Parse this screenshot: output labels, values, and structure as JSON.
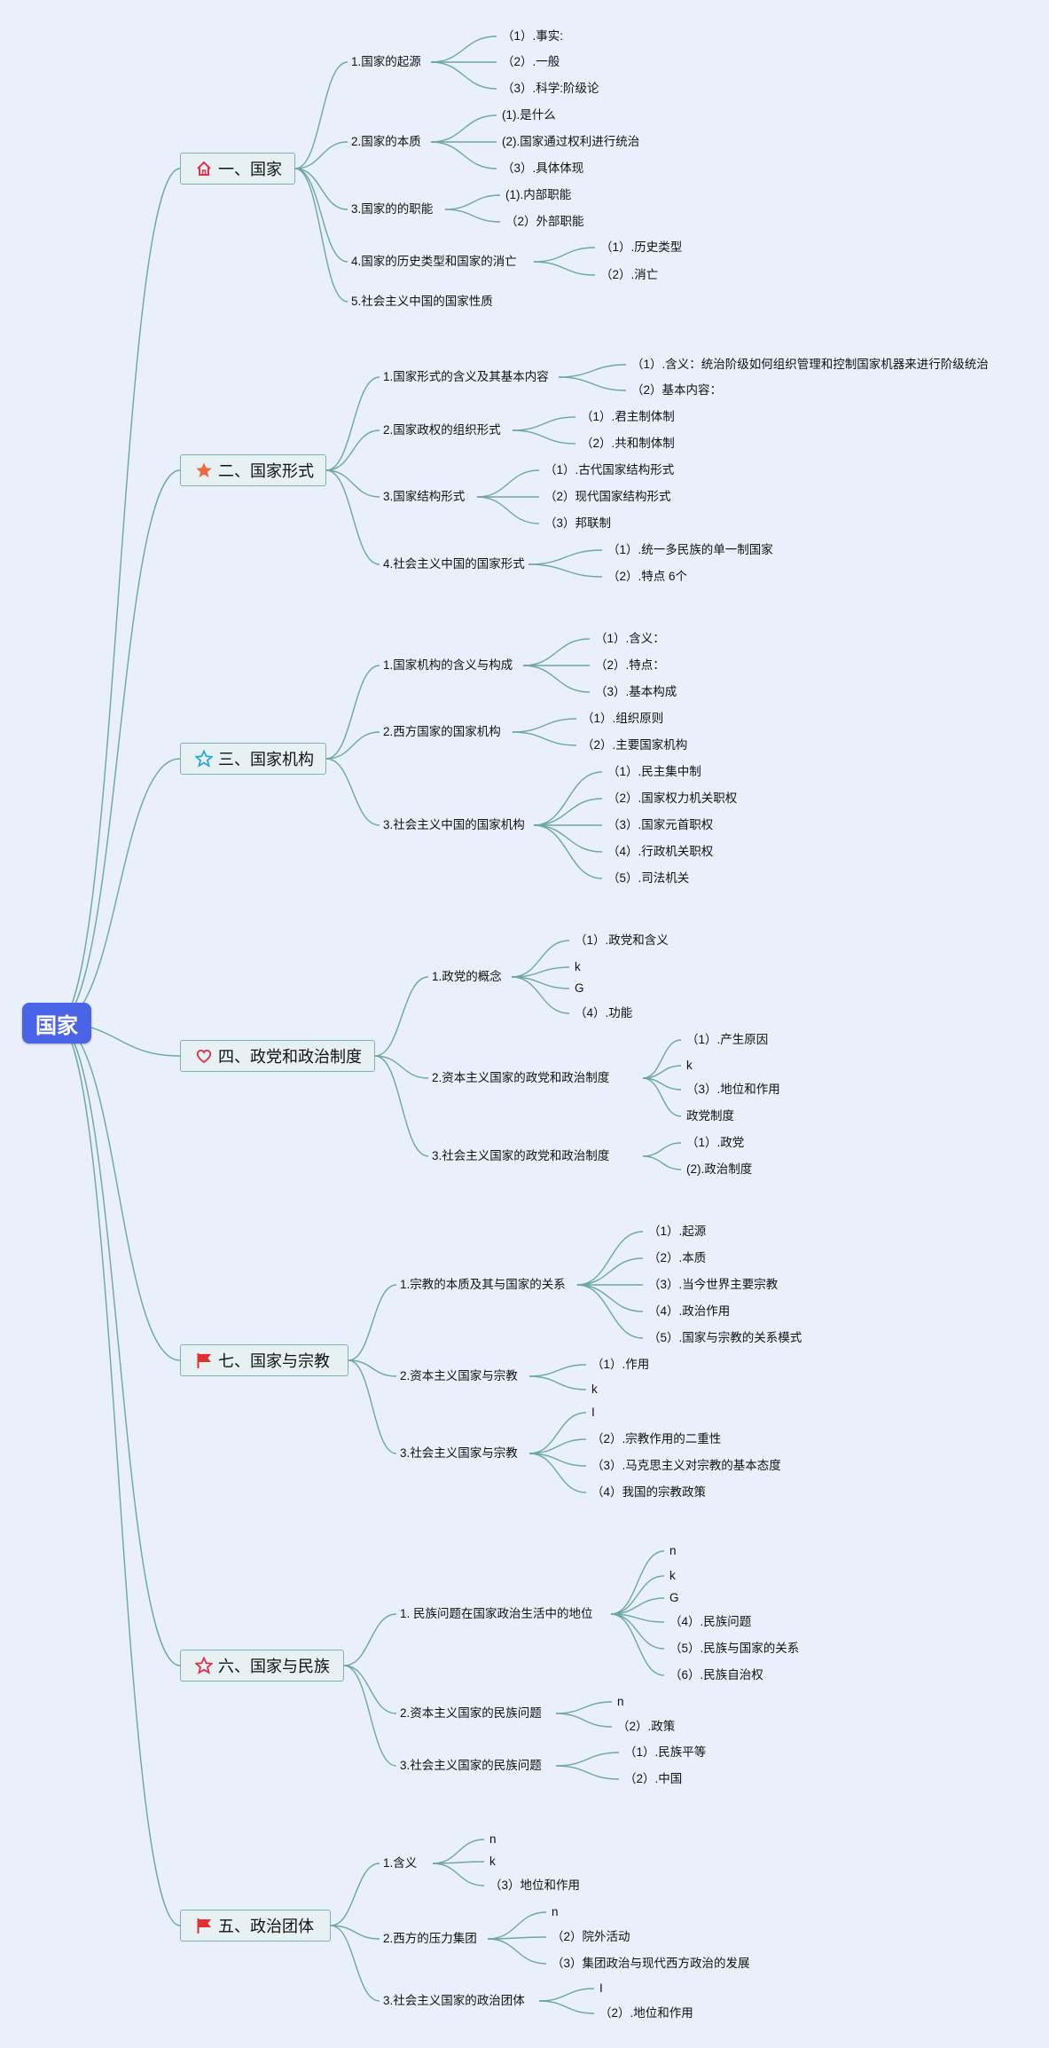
{
  "root": {
    "label": "国家"
  },
  "branches": [
    {
      "id": "b1",
      "label": "一、国家",
      "icon": "house-icon",
      "children": [
        {
          "label": "1.国家的起源",
          "children": [
            "（1）.事实:",
            "（2）.一般",
            "（3）.科学:阶级论"
          ]
        },
        {
          "label": "2.国家的本质",
          "children": [
            "(1).是什么",
            "(2).国家通过权利进行统治",
            "（3）.具体体现"
          ]
        },
        {
          "label": "3.国家的的职能",
          "children": [
            "(1).内部职能",
            "（2）外部职能"
          ]
        },
        {
          "label": "4.国家的历史类型和国家的消亡",
          "children": [
            "（1）.历史类型",
            "（2）.消亡"
          ]
        },
        {
          "label": "5.社会主义中国的国家性质",
          "children": []
        }
      ]
    },
    {
      "id": "b2",
      "label": "二、国家形式",
      "icon": "orange-star-icon",
      "children": [
        {
          "label": "1.国家形式的含义及其基本内容",
          "children": [
            "（1）.含义：统治阶级如何组织管理和控制国家机器来进行阶级统治",
            "（2）基本内容："
          ]
        },
        {
          "label": "2.国家政权的组织形式",
          "children": [
            "（1）.君主制体制",
            "（2）.共和制体制"
          ]
        },
        {
          "label": "3.国家结构形式",
          "children": [
            "（1）.古代国家结构形式",
            "（2）现代国家结构形式",
            "（3）邦联制"
          ]
        },
        {
          "label": "4.社会主义中国的国家形式",
          "children": [
            "（1）.统一多民族的单一制国家",
            "（2）.特点 6个"
          ]
        }
      ]
    },
    {
      "id": "b3",
      "label": "三、国家机构",
      "icon": "blue-star-outline-icon",
      "children": [
        {
          "label": "1.国家机构的含义与构成",
          "children": [
            "（1）.含义：",
            "（2）.特点：",
            "（3）.基本构成"
          ]
        },
        {
          "label": "2.西方国家的国家机构",
          "children": [
            "（1）.组织原则",
            "（2）.主要国家机构"
          ]
        },
        {
          "label": "3.社会主义中国的国家机构",
          "children": [
            "（1）.民主集中制",
            "（2）.国家权力机关职权",
            "（3）.国家元首职权",
            "（4）.行政机关职权",
            "（5）.司法机关"
          ]
        }
      ]
    },
    {
      "id": "b4",
      "label": "四、政党和政治制度",
      "icon": "heart-icon",
      "children": [
        {
          "label": "1.政党的概念",
          "children": [
            "（1）.政党和含义",
            "k",
            "G",
            "（4）.功能"
          ]
        },
        {
          "label": "2.资本主义国家的政党和政治制度",
          "children": [
            "（1）.产生原因",
            "k",
            "（3）.地位和作用",
            "政党制度"
          ]
        },
        {
          "label": "3.社会主义国家的政党和政治制度",
          "children": [
            "（1）.政党",
            "(2).政治制度"
          ]
        }
      ]
    },
    {
      "id": "b5",
      "label": "七、国家与宗教",
      "icon": "red-flag-icon",
      "children": [
        {
          "label": "1.宗教的本质及其与国家的关系",
          "children": [
            "（1）.起源",
            "（2）.本质",
            "（3）.当今世界主要宗教",
            "（4）.政治作用",
            "（5）.国家与宗教的关系模式"
          ]
        },
        {
          "label": "2.资本主义国家与宗教",
          "children": [
            "（1）.作用",
            "k"
          ]
        },
        {
          "label": "3.社会主义国家与宗教",
          "children": [
            "I",
            "（2）.宗教作用的二重性",
            "（3）.马克思主义对宗教的基本态度",
            "（4）我国的宗教政策"
          ]
        }
      ]
    },
    {
      "id": "b6",
      "label": "六、国家与民族",
      "icon": "red-star-outline-icon",
      "children": [
        {
          "label": "1. 民族问题在国家政治生活中的地位",
          "children": [
            "n",
            "k",
            "G",
            "（4）.民族问题",
            "（5）.民族与国家的关系",
            "（6）.民族自治权"
          ]
        },
        {
          "label": "2.资本主义国家的民族问题",
          "children": [
            "n",
            "（2）.政策"
          ]
        },
        {
          "label": "3.社会主义国家的民族问题",
          "children": [
            "（1）.民族平等",
            "（2）.中国"
          ]
        }
      ]
    },
    {
      "id": "b7",
      "label": "五、政治团体",
      "icon": "red-flag-icon",
      "children": [
        {
          "label": "1.含义",
          "children": [
            "n",
            "k",
            "（3）地位和作用"
          ]
        },
        {
          "label": "2.西方的压力集团",
          "children": [
            "n",
            "（2）院外活动",
            "（3）集团政治与现代西方政治的发展"
          ]
        },
        {
          "label": "3.社会主义国家的政治团体",
          "children": [
            "I",
            "（2）.地位和作用"
          ]
        }
      ]
    }
  ],
  "colors": {
    "root_bg": "#4a64e8",
    "line": "#6aa8a0",
    "node_bg": "#e7f1f3",
    "node_border": "#7eb4b0",
    "background": "#eaf0fb"
  }
}
